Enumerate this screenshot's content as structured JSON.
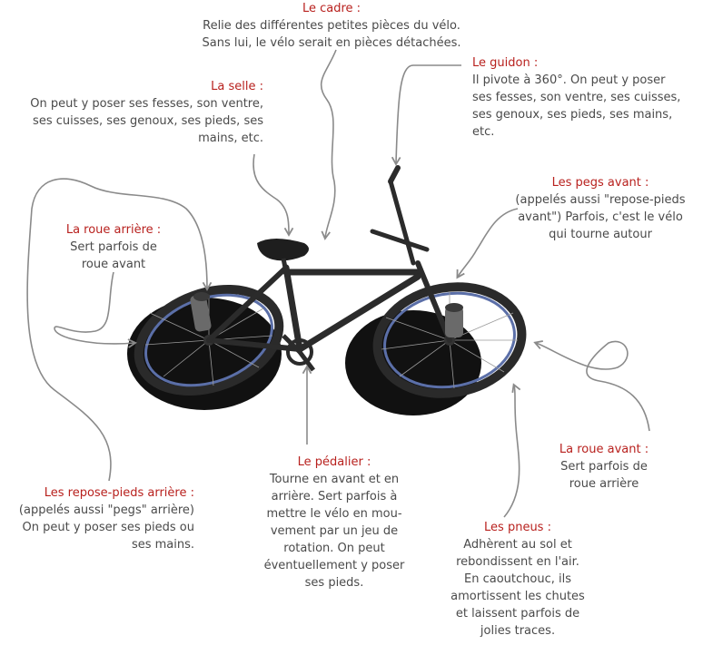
{
  "colors": {
    "title": "#b8211e",
    "text": "#4a4a4a",
    "arrow": "#8a8a8a",
    "frame": "#2b2b2b",
    "rim": "#5b6fa8"
  },
  "labels": {
    "cadre": {
      "title": "Le cadre :",
      "lines": [
        "Relie des différentes petites pièces du vélo.",
        "Sans lui, le vélo serait en pièces détachées."
      ]
    },
    "selle": {
      "title": "La selle :",
      "lines": [
        "On peut  y poser ses fesses, son ventre,",
        "ses cuisses, ses genoux, ses pieds, ses",
        "mains, etc."
      ]
    },
    "guidon": {
      "title": "Le guidon :",
      "lines": [
        "Il pivote à 360°. On peut y poser",
        "ses fesses, son ventre, ses cuisses,",
        "ses genoux, ses pieds, ses mains,",
        "etc."
      ]
    },
    "pegs_avant": {
      "title": "Les pegs avant :",
      "lines": [
        "(appelés aussi \"repose-pieds",
        "avant\") Parfois, c'est le vélo",
        "qui tourne autour"
      ]
    },
    "roue_arriere": {
      "title": "La roue arrière :",
      "lines": [
        "Sert parfois de",
        "roue avant"
      ]
    },
    "roue_avant": {
      "title": "La roue avant :",
      "lines": [
        "Sert parfois de",
        "roue arrière"
      ]
    },
    "pedalier": {
      "title": "Le pédalier :",
      "lines": [
        "Tourne en avant et en",
        "arrière. Sert parfois à",
        "mettre le vélo en mou-",
        "vement par un jeu de",
        "rotation. On peut",
        "éventuellement y poser",
        "ses pieds."
      ]
    },
    "repose_pieds_arriere": {
      "title": "Les repose-pieds arrière :",
      "lines": [
        "(appelés aussi \"pegs\" arrière)",
        "On peut y poser ses pieds ou",
        "ses mains."
      ]
    },
    "pneus": {
      "title": "Les pneus :",
      "lines": [
        "Adhèrent au sol et",
        "rebondissent en l'air.",
        "En caoutchouc, ils",
        "amortissent les chutes",
        "et laissent parfois de",
        "jolies traces."
      ]
    }
  }
}
